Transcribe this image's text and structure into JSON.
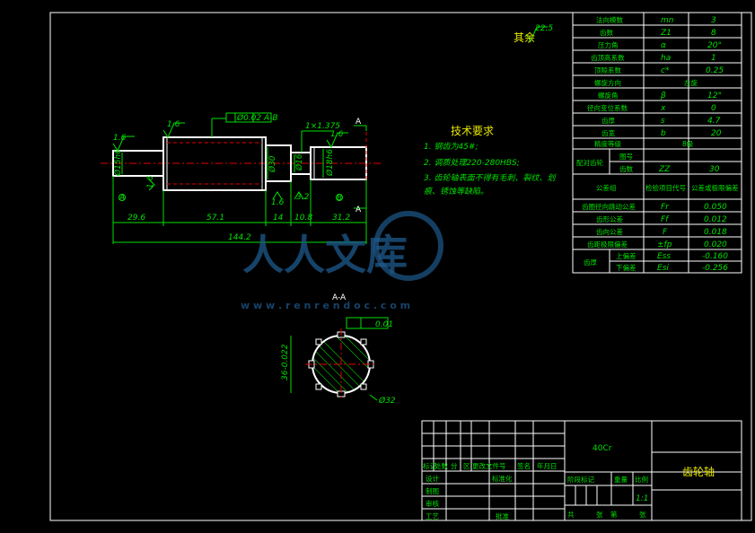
{
  "surface_note": "Ra 22.5 其余",
  "surface_finish": {
    "rest_label": "其余",
    "rest_value": "22.5",
    "marks": [
      "1.6",
      "1.6",
      "1.6",
      "1.6",
      "1.6",
      "3.2"
    ]
  },
  "tech_req": {
    "title": "技术要求",
    "items": [
      "1. 钢齿为45#;",
      "2. 调质处理220-280HBS;",
      "3. 齿轮轴表面不得有毛刺、裂纹、划",
      "   痕、锈蚀等缺陷。"
    ]
  },
  "dims": {
    "d1": "29.6",
    "d2": "57.1",
    "d3": "14",
    "d4": "10.8",
    "d5": "31.2",
    "total": "144.2",
    "chamfer": "1×1.375",
    "dia1": "Ø15h6",
    "dia2": "Ø30",
    "dia3": "Ø16",
    "dia4": "Ø18h6",
    "tol_frame": "Ø0.02 A-B",
    "datum_a": "A",
    "datum_b": "B",
    "section_label": "A-A",
    "sec_tol": "0.01",
    "sec_dia": "Ø32",
    "sec_side": "36-0.022"
  },
  "params": [
    {
      "name": "法向模数",
      "sym": "mn",
      "val": "3"
    },
    {
      "name": "齿数",
      "sym": "Z1",
      "val": "8"
    },
    {
      "name": "压力角",
      "sym": "α",
      "val": "20°"
    },
    {
      "name": "齿顶高系数",
      "sym": "ha",
      "val": "1"
    },
    {
      "name": "顶隙系数",
      "sym": "c*",
      "val": "0.25"
    },
    {
      "name": "螺旋方向",
      "sym": "",
      "val": "左旋"
    },
    {
      "name": "螺旋角",
      "sym": "β",
      "val": "12°"
    },
    {
      "name": "径向变位系数",
      "sym": "x",
      "val": "0"
    },
    {
      "name": "齿厚",
      "sym": "s",
      "val": "4.7"
    },
    {
      "name": "齿宽",
      "sym": "b",
      "val": "20"
    },
    {
      "name": "精度等级",
      "sym": "",
      "val": "8级"
    }
  ],
  "mate": {
    "label": "配对齿轮",
    "row1": "图号",
    "row2": "齿数",
    "row2_sym": "ZZ",
    "row2_val": "30"
  },
  "tol_header": {
    "group": "公差组",
    "item": "检验项目代号",
    "value": "公差或极限偏差"
  },
  "tol_rows": [
    {
      "name": "齿圈径向跳动公差",
      "sym": "Fr",
      "val": "0.050"
    },
    {
      "name": "齿形公差",
      "sym": "Ff",
      "val": "0.012"
    },
    {
      "name": "齿向公差",
      "sym": "F",
      "val": "0.018"
    },
    {
      "name": "齿距极限偏差",
      "sym": "±fp",
      "val": "0.020"
    }
  ],
  "thick": {
    "label": "齿厚",
    "upper": "上偏差",
    "upper_sym": "Ess",
    "upper_val": "-0.160",
    "lower": "下偏差",
    "lower_sym": "Esi",
    "lower_val": "-0.256"
  },
  "title_block": {
    "material": "40Cr",
    "part_name": "齿轮轴",
    "scale": "1:1",
    "row_labels": [
      "标记",
      "处数",
      "分",
      "区",
      "更改文件号",
      "签名",
      "年月日"
    ],
    "people": [
      "设计",
      "制图",
      "审核",
      "工艺"
    ],
    "std": "标准化",
    "approve": "批准",
    "stage": [
      "阶段标记",
      "重量",
      "比例"
    ],
    "sheet_a": "共",
    "sheet_b": "张",
    "sheet_c": "第",
    "sheet_d": "张"
  },
  "watermark": {
    "text": "人人文库",
    "url": "w w w . r e n r e n d o c . c o m"
  }
}
